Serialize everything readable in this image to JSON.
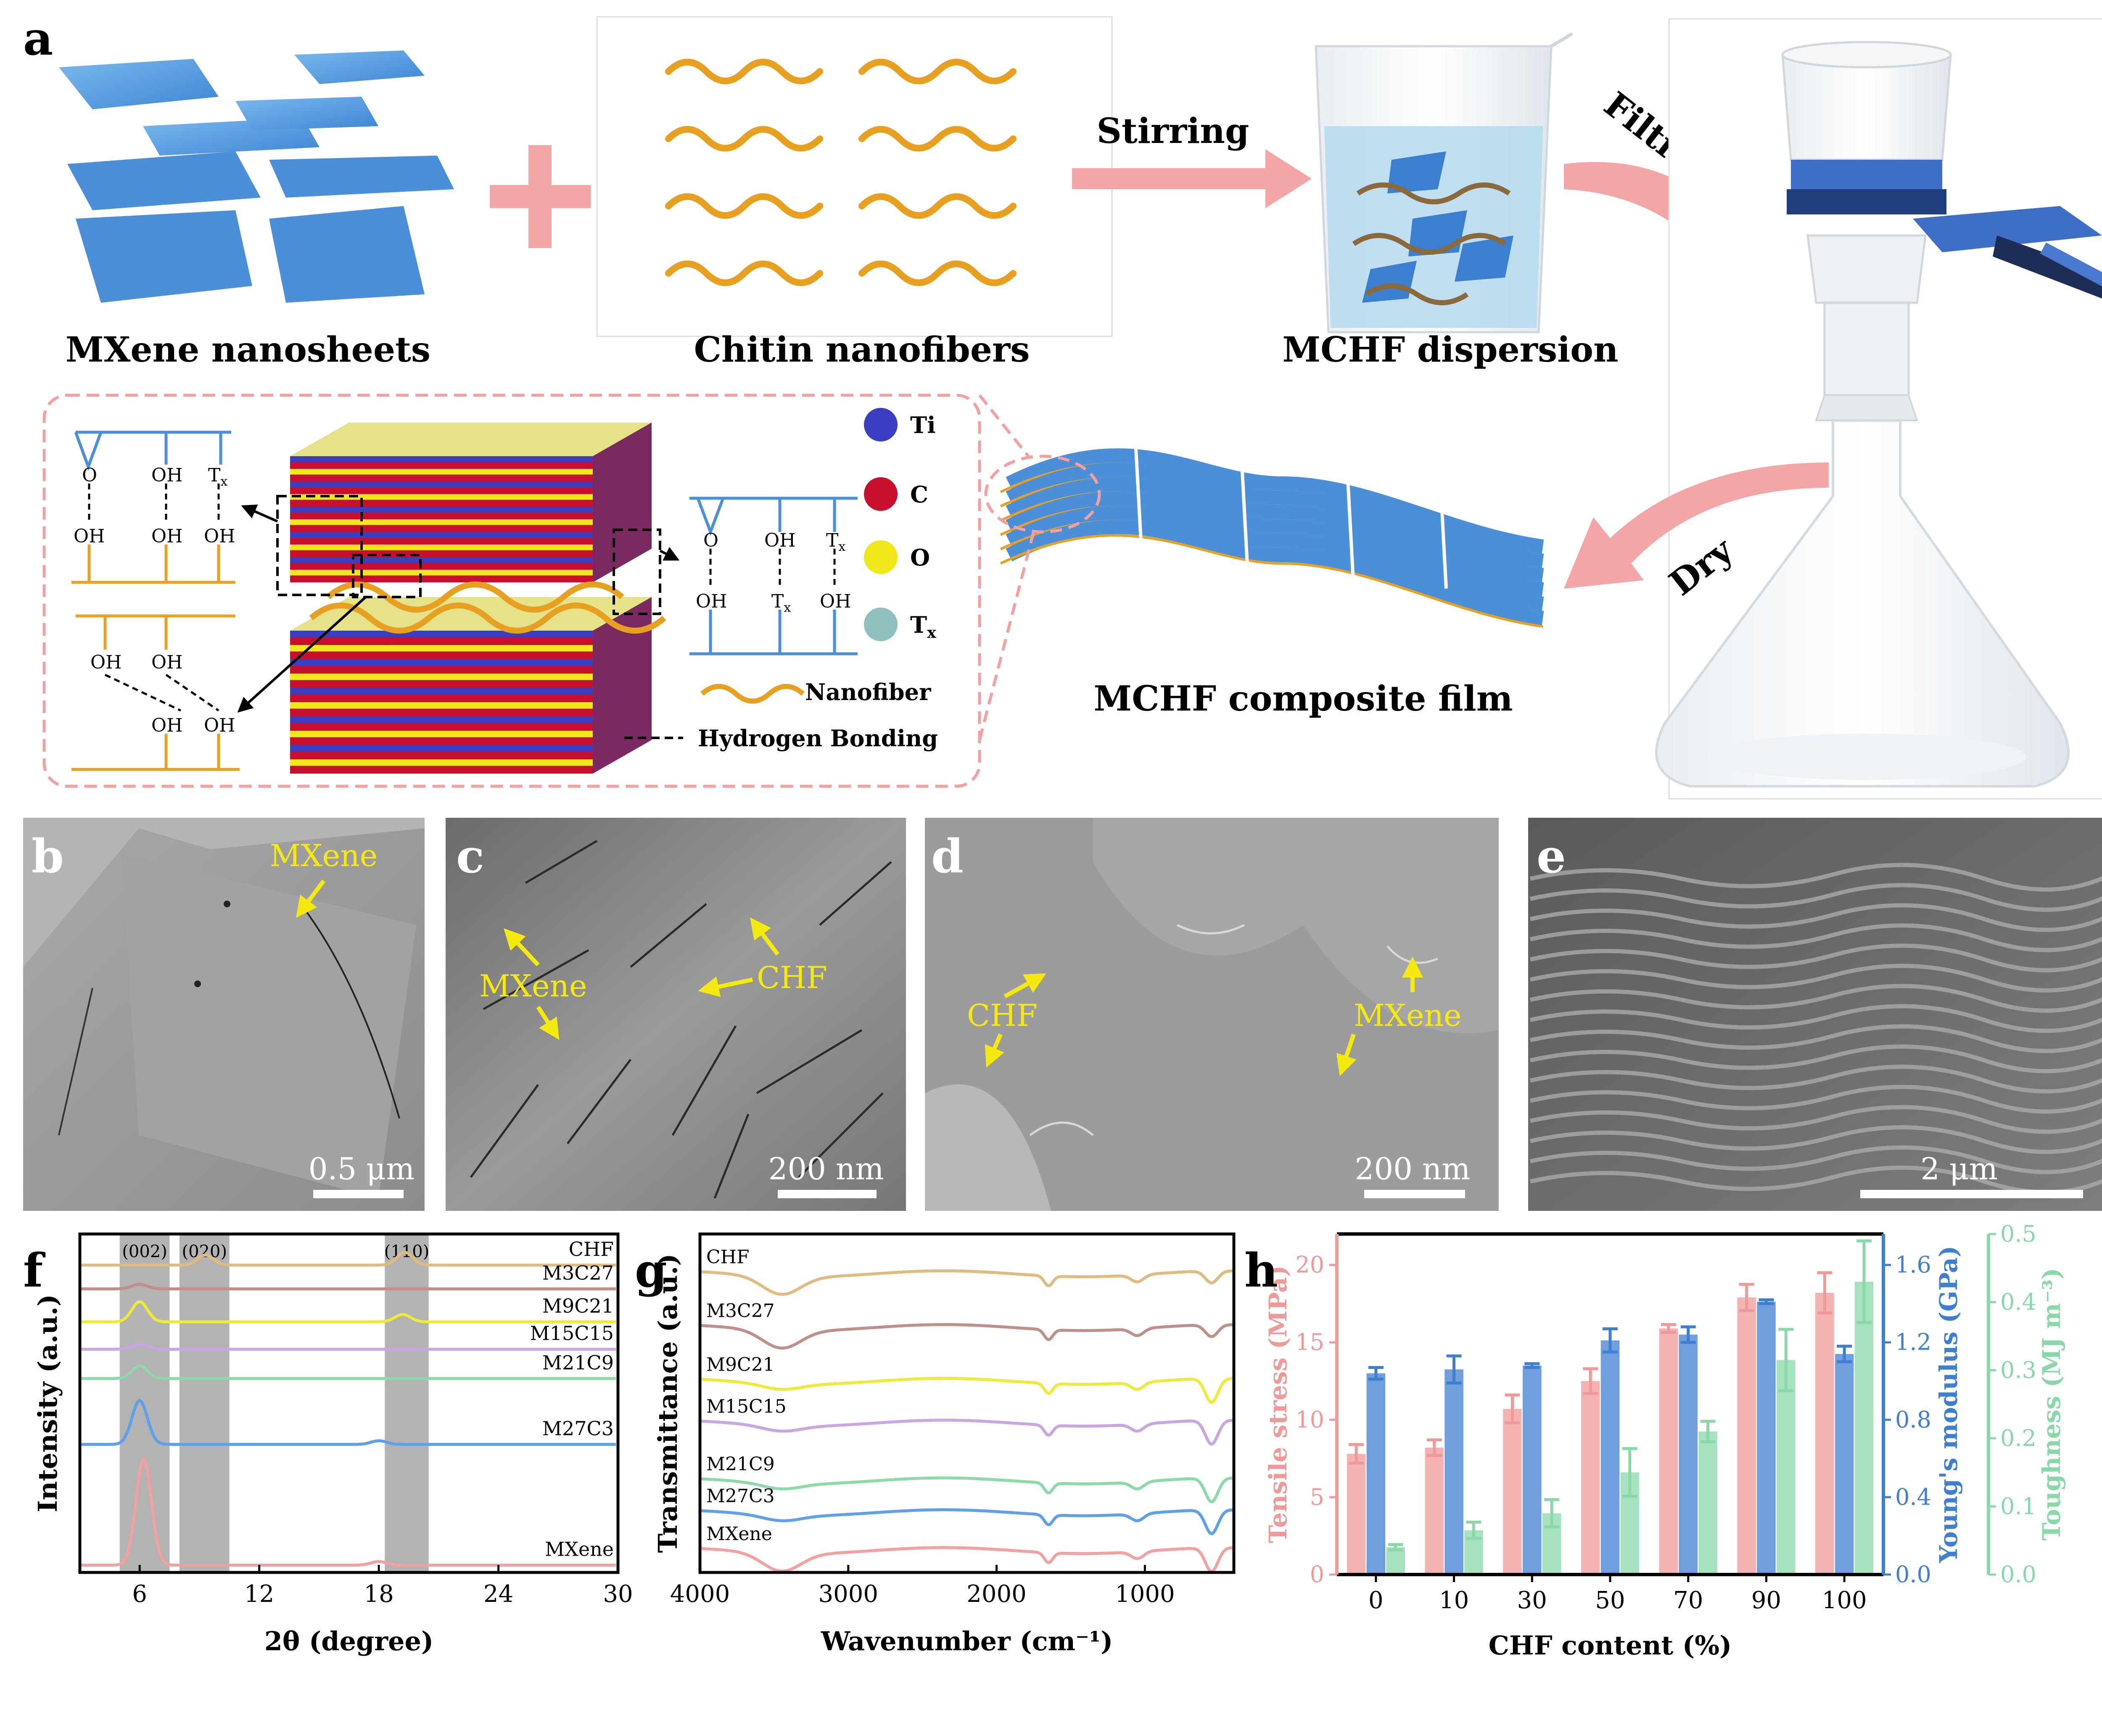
{
  "panel_labels": {
    "a": "a",
    "b": "b",
    "c": "c",
    "d": "d",
    "e": "e",
    "f": "f",
    "g": "g",
    "h": "h"
  },
  "schematic": {
    "mxene_label": "MXene nanosheets",
    "chitin_label": "Chitin nanofibers",
    "stirring": "Stirring",
    "dispersion_label": "MCHF dispersion",
    "filtration": "Filtration",
    "dry": "Dry",
    "film_label": "MCHF composite film",
    "legend": {
      "ti": "Ti",
      "c": "C",
      "o": "O",
      "tx": "T",
      "tx_sub": "x",
      "nanofiber": "Nanofiber",
      "hbond": "Hydrogen Bonding"
    },
    "bond_groups": {
      "o": "O",
      "oh": "OH",
      "t": "T",
      "sub": "x"
    }
  },
  "micrographs": {
    "b": {
      "labels": [
        "MXene"
      ],
      "scale": "0.5 μm"
    },
    "c": {
      "labels": [
        "MXene",
        "CHF"
      ],
      "scale": "200 nm"
    },
    "d": {
      "labels": [
        "CHF",
        "MXene"
      ],
      "scale": "200 nm"
    },
    "e": {
      "labels": [],
      "scale": "2 μm"
    }
  },
  "chart_data": [
    {
      "type": "line",
      "panel": "f",
      "xlabel": "2θ (degree)",
      "ylabel": "Intensity (a.u.)",
      "xlim": [
        3,
        30
      ],
      "xticks": [
        6,
        12,
        18,
        24,
        30
      ],
      "peaks": [
        {
          "label": "(002)",
          "range": [
            5.0,
            7.5
          ]
        },
        {
          "label": "(020)",
          "range": [
            8.0,
            10.5
          ]
        },
        {
          "label": "(110)",
          "range": [
            18.3,
            20.5
          ]
        }
      ],
      "series": [
        {
          "name": "CHF",
          "color": "#e0bb80",
          "offset": 16.8,
          "peaks": [
            [
              9.3,
              0.55
            ],
            [
              19.3,
              0.7
            ]
          ]
        },
        {
          "name": "M3C27",
          "color": "#bf8f8a",
          "offset": 15.5,
          "peaks": [
            [
              6.0,
              0.25
            ]
          ]
        },
        {
          "name": "M9C21",
          "color": "#eeea3a",
          "offset": 13.7,
          "peaks": [
            [
              6.0,
              1.1
            ],
            [
              19.2,
              0.4
            ]
          ]
        },
        {
          "name": "M15C15",
          "color": "#c9a5e2",
          "offset": 12.2,
          "peaks": [
            [
              6.0,
              0.3
            ]
          ]
        },
        {
          "name": "M21C9",
          "color": "#8ed9a8",
          "offset": 10.6,
          "peaks": [
            [
              6.0,
              0.7
            ]
          ]
        },
        {
          "name": "M27C3",
          "color": "#5ea1e8",
          "offset": 7.0,
          "peaks": [
            [
              6.0,
              2.4
            ],
            [
              18.0,
              0.2
            ]
          ]
        },
        {
          "name": "MXene",
          "color": "#f3a0a0",
          "offset": 0.4,
          "peaks": [
            [
              6.2,
              5.8
            ],
            [
              18.0,
              0.2
            ]
          ]
        }
      ]
    },
    {
      "type": "line",
      "panel": "g",
      "xlabel": "Wavenumber (cm⁻¹)",
      "ylabel": "Transmittance (a.u.)",
      "xlim": [
        4000,
        400
      ],
      "xticks": [
        4000,
        3000,
        2000,
        1000
      ],
      "series": [
        {
          "name": "CHF",
          "color": "#e0bb80",
          "offset": 15.0
        },
        {
          "name": "M3C27",
          "color": "#bf8f8a",
          "offset": 12.3
        },
        {
          "name": "M9C21",
          "color": "#eeea3a",
          "offset": 9.6
        },
        {
          "name": "M15C15",
          "color": "#c9a5e2",
          "offset": 7.5
        },
        {
          "name": "M21C9",
          "color": "#8ed9a8",
          "offset": 4.6
        },
        {
          "name": "M27C3",
          "color": "#5ea1e8",
          "offset": 3.0
        },
        {
          "name": "MXene",
          "color": "#f3a0a0",
          "offset": 1.1
        }
      ]
    },
    {
      "type": "bar",
      "panel": "h",
      "xlabel": "CHF content (%)",
      "categories": [
        "0",
        "10",
        "30",
        "50",
        "70",
        "90",
        "100"
      ],
      "axes": [
        {
          "label": "Tensile stress (MPa)",
          "color": "#f09999",
          "ylim": [
            0,
            22
          ],
          "ticks": [
            0,
            5,
            10,
            15,
            20
          ]
        },
        {
          "label": "Young's modulus (GPa)",
          "color": "#3f7fd0",
          "ylim": [
            0,
            1.76
          ],
          "ticks": [
            0.0,
            0.4,
            0.8,
            1.2,
            1.6
          ]
        },
        {
          "label": "Toughness (MJ m⁻³)",
          "color": "#88d8a8",
          "ylim": [
            0,
            0.5
          ],
          "ticks": [
            0.0,
            0.1,
            0.2,
            0.3,
            0.4,
            0.5
          ]
        }
      ],
      "series": [
        {
          "name": "Tensile stress",
          "axis": 0,
          "color": "#f09999",
          "values": [
            7.8,
            8.2,
            10.7,
            12.5,
            15.9,
            17.9,
            18.2
          ],
          "errors": [
            0.6,
            0.5,
            0.9,
            0.8,
            0.25,
            0.85,
            1.3
          ]
        },
        {
          "name": "Young's modulus",
          "axis": 1,
          "color": "#3f7fd0",
          "values": [
            1.04,
            1.06,
            1.08,
            1.21,
            1.24,
            1.41,
            1.14
          ],
          "errors": [
            0.03,
            0.07,
            0.01,
            0.06,
            0.04,
            0.01,
            0.04
          ]
        },
        {
          "name": "Toughness",
          "axis": 2,
          "color": "#88d8a8",
          "values": [
            0.04,
            0.065,
            0.09,
            0.15,
            0.21,
            0.315,
            0.43
          ],
          "errors": [
            0.004,
            0.012,
            0.02,
            0.035,
            0.015,
            0.045,
            0.06
          ]
        }
      ]
    }
  ]
}
